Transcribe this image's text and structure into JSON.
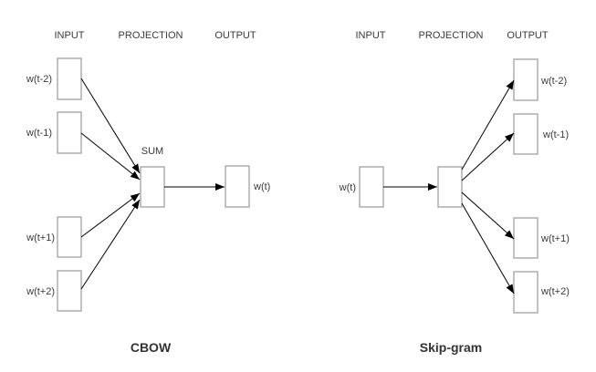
{
  "cbow": {
    "title": "CBOW",
    "headers": {
      "input": "INPUT",
      "projection": "PROJECTION",
      "output": "OUTPUT"
    },
    "projection_label": "SUM",
    "inputs": [
      "w(t-2)",
      "w(t-1)",
      "w(t+1)",
      "w(t+2)"
    ],
    "output": "w(t)"
  },
  "skipgram": {
    "title": "Skip-gram",
    "headers": {
      "input": "INPUT",
      "projection": "PROJECTION",
      "output": "OUTPUT"
    },
    "input": "w(t)",
    "outputs": [
      "w(t-2)",
      "w(t-1)",
      "w(t+1)",
      "w(t+2)"
    ]
  },
  "colors": {
    "box_stroke": "#a0a0a0",
    "arrow": "#000000",
    "text": "#3a3a3a"
  }
}
